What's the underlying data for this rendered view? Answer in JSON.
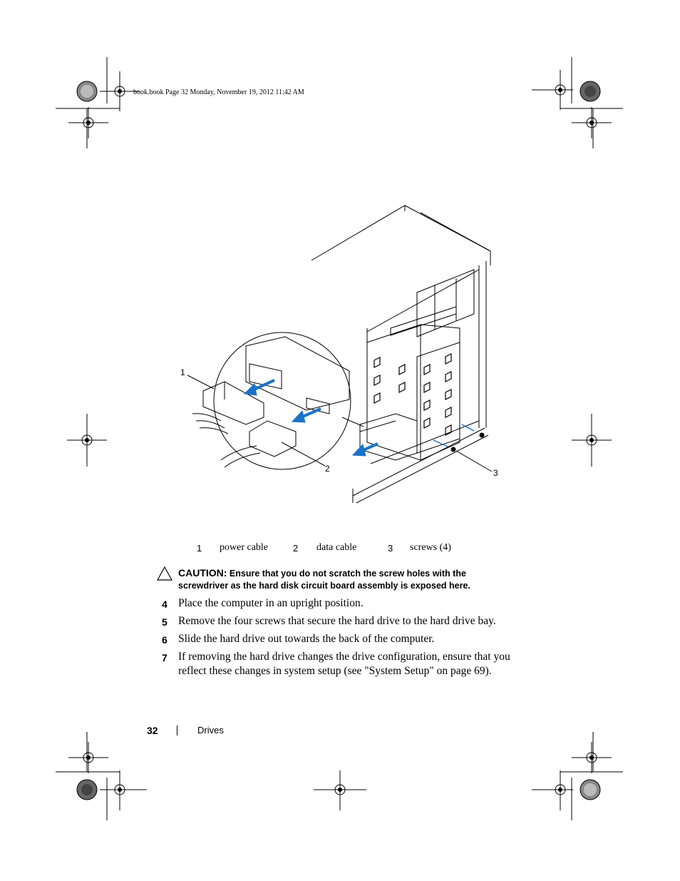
{
  "header": {
    "file_line": "book.book  Page 32  Monday, November 19, 2012  11:42 AM"
  },
  "figure": {
    "callouts": [
      "1",
      "2",
      "3"
    ]
  },
  "legend": [
    {
      "num": "1",
      "label": "power cable"
    },
    {
      "num": "2",
      "label": "data cable"
    },
    {
      "num": "3",
      "label": "screws (4)"
    }
  ],
  "caution": {
    "label": "CAUTION:",
    "text": "Ensure that you do not scratch the screw holes with the screwdriver as the hard disk circuit board assembly is exposed here."
  },
  "steps": [
    {
      "num": "4",
      "text": "Place the computer in an upright position."
    },
    {
      "num": "5",
      "text": "Remove the four screws that secure the hard drive to the hard drive bay."
    },
    {
      "num": "6",
      "text": "Slide the hard drive out towards the back of the computer."
    },
    {
      "num": "7",
      "text": "If removing the hard drive changes the drive configuration, ensure that you reflect these changes in system setup (see \"System Setup\" on page 69)."
    }
  ],
  "footer": {
    "page_number": "32",
    "section": "Drives"
  }
}
